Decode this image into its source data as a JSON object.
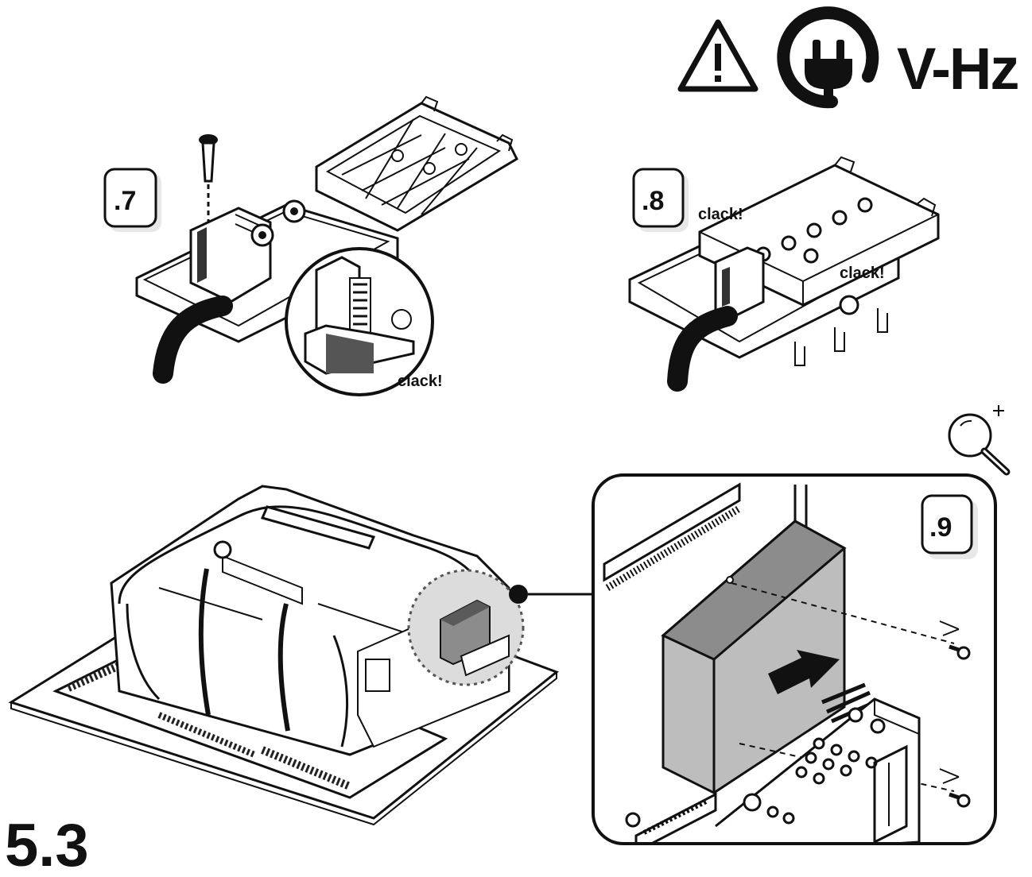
{
  "header": {
    "warning_icon": "warning-triangle-icon",
    "plug_icon": "power-plug-icon",
    "voltage_label": "V-Hz"
  },
  "steps": [
    {
      "label": ".7",
      "callout": "clack!"
    },
    {
      "label": ".8",
      "callouts": [
        "clack!",
        "clack!"
      ]
    },
    {
      "label": ".9"
    }
  ],
  "zoom_icon": "zoom-in-magnifier-icon",
  "section_number": "5.3",
  "colors": {
    "line": "#111111",
    "module_gray": "#bdbdbd",
    "module_dark": "#8c8c8c",
    "dotted_zoom_fill": "#dcdcdc"
  }
}
